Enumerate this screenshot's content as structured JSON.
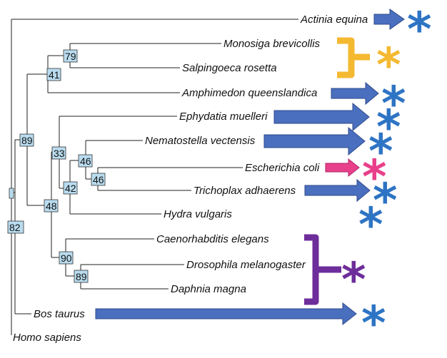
{
  "colors": {
    "blue": "#4a6fbf",
    "blue_outline": "#2f4a8a",
    "asterisk_blue": "#2e74c4",
    "gold": "#f4b930",
    "pink": "#e8408a",
    "purple": "#6d2d9a",
    "box_fill": "#b9dcef"
  },
  "taxa": [
    {
      "id": "actinia",
      "label": "Actinia equina"
    },
    {
      "id": "monosiga",
      "label": "Monosiga brevicollis"
    },
    {
      "id": "salpingoeca",
      "label": "Salpingoeca rosetta"
    },
    {
      "id": "amphimedon",
      "label": "Amphimedon queenslandica"
    },
    {
      "id": "ephydatia",
      "label": "Ephydatia muelleri"
    },
    {
      "id": "nematostella",
      "label": "Nematostella vectensis"
    },
    {
      "id": "ecoli",
      "label": "Escherichia coli"
    },
    {
      "id": "trichoplax",
      "label": "Trichoplax adhaerens"
    },
    {
      "id": "hydra",
      "label": "Hydra vulgaris"
    },
    {
      "id": "caenorhabditis",
      "label": "Caenorhabditis elegans"
    },
    {
      "id": "drosophila",
      "label": "Drosophila melanogaster"
    },
    {
      "id": "daphnia",
      "label": "Daphnia magna"
    },
    {
      "id": "bos",
      "label": "Bos taurus"
    },
    {
      "id": "homo",
      "label": "Homo sapiens"
    }
  ],
  "bootstrap": [
    {
      "id": "n79",
      "value": "79"
    },
    {
      "id": "n41",
      "value": "41"
    },
    {
      "id": "n89a",
      "value": "89"
    },
    {
      "id": "n33",
      "value": "33"
    },
    {
      "id": "n46a",
      "value": "46"
    },
    {
      "id": "n46b",
      "value": "46"
    },
    {
      "id": "n42",
      "value": "42"
    },
    {
      "id": "n48",
      "value": "48"
    },
    {
      "id": "n90",
      "value": "90"
    },
    {
      "id": "n89b",
      "value": "89"
    },
    {
      "id": "n82",
      "value": "82"
    }
  ],
  "markers": [
    {
      "id": "actinia",
      "kind": "arrow",
      "color": "blue"
    },
    {
      "id": "choanoflagellates",
      "kind": "bracket",
      "color": "gold"
    },
    {
      "id": "amphimedon",
      "kind": "arrow",
      "color": "blue"
    },
    {
      "id": "ephydatia",
      "kind": "arrow",
      "color": "blue"
    },
    {
      "id": "nematostella",
      "kind": "arrow",
      "color": "blue"
    },
    {
      "id": "ecoli",
      "kind": "arrow",
      "color": "pink"
    },
    {
      "id": "trichoplax",
      "kind": "arrow",
      "color": "blue"
    },
    {
      "id": "hydra",
      "kind": "asterisk-only",
      "color": "blue"
    },
    {
      "id": "arthropods-nematode",
      "kind": "bracket",
      "color": "purple"
    },
    {
      "id": "bos",
      "kind": "arrow",
      "color": "blue"
    }
  ],
  "asterisk_glyph": "*"
}
